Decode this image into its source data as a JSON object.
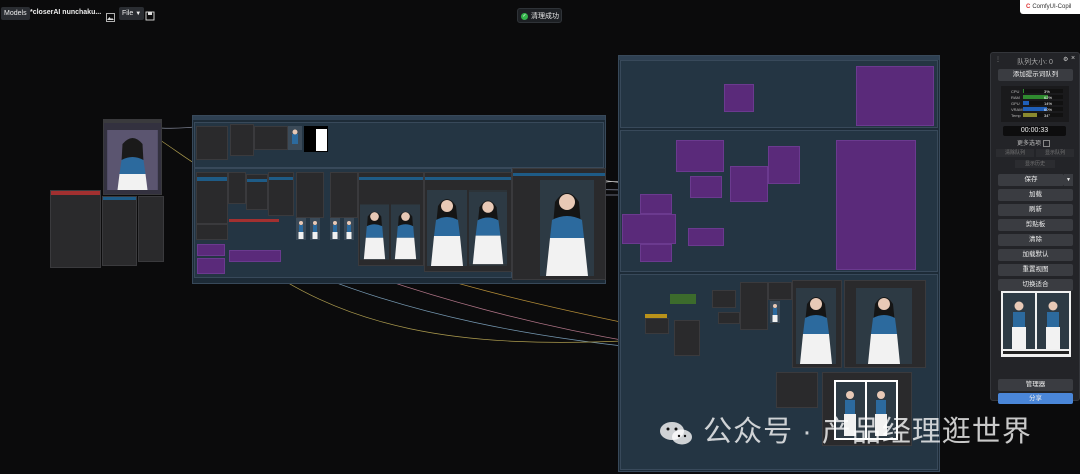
{
  "toolbar": {
    "models_label": "Models",
    "workflow_title": "*closerAI nunchaku...",
    "file_label": "File",
    "file_chevron_icon": "chevron-down-icon"
  },
  "toast": {
    "text": "清理成功",
    "icon": "check-circle-icon"
  },
  "browser_tab": {
    "label": "ComfyUI-Copil"
  },
  "queue_panel": {
    "title": "队列大小: 0",
    "queue_button": "添加提示词队列",
    "meters": [
      {
        "label": "CPU",
        "value": "3%",
        "fill": 0.03,
        "color": "#2f8a2f"
      },
      {
        "label": "RAM",
        "value": "62%",
        "fill": 0.62,
        "color": "#2f8a2f"
      },
      {
        "label": "GPU",
        "value": "14%",
        "fill": 0.14,
        "color": "#1f5fb8"
      },
      {
        "label": "VRAM",
        "value": "60%",
        "fill": 0.6,
        "color": "#1f5fb8"
      },
      {
        "label": "Temp",
        "value": "34°",
        "fill": 0.34,
        "color": "#8a8a2f"
      }
    ],
    "timer": "00:00:33",
    "more_options": "更多选项",
    "sub_left": "清除队列",
    "sub_right": "显示队列",
    "extra": "显示历史",
    "save": "保存",
    "buttons": [
      "加载",
      "刷新",
      "剪贴板",
      "清除",
      "加载默认",
      "重置视图",
      "切换适合"
    ],
    "manager": "管理器",
    "share": "分享"
  },
  "watermark": "公众号 · 产品经理逛世界",
  "colors": {
    "group_bg": "#1d2b37",
    "purple_node": "#5a2a7a",
    "blue_node": "#1e5b86",
    "share_button": "#4a86d8"
  }
}
